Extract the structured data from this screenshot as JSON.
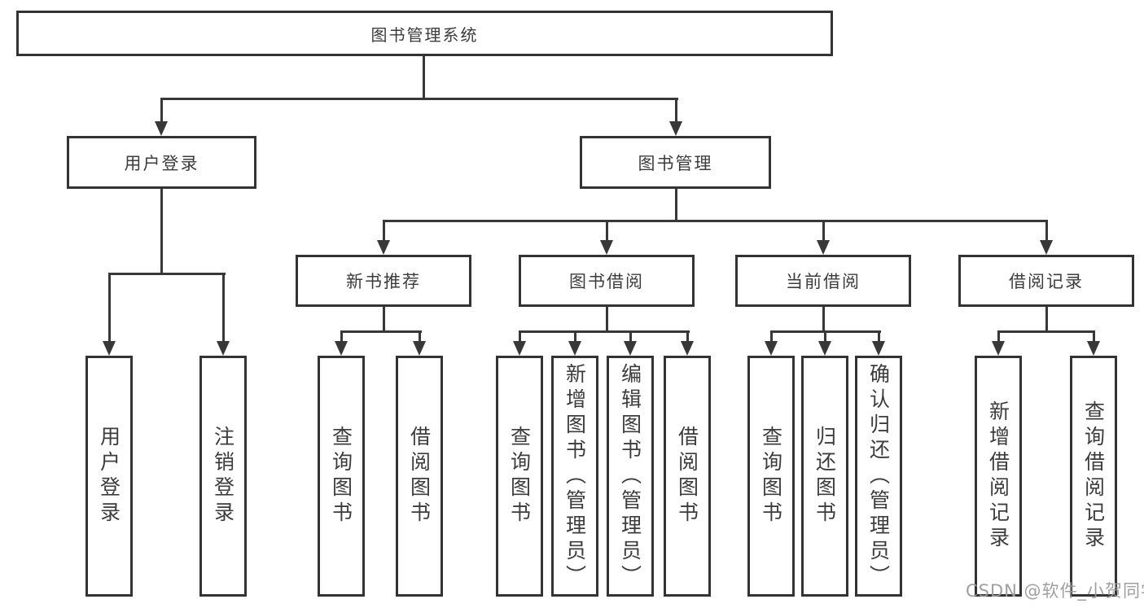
{
  "colors": {
    "background": "#ffffff",
    "box_border": "#333333",
    "line": "#383838",
    "text": "#3c3c3c",
    "watermark": "#9a9a9a"
  },
  "diagram": {
    "root": {
      "label": "图书管理系统"
    },
    "branches": [
      {
        "label": "用户登录",
        "children": [
          "用户登录",
          "注销登录"
        ]
      },
      {
        "label": "图书管理",
        "sections": [
          {
            "label": "新书推荐",
            "children": [
              "查询图书",
              "借阅图书"
            ]
          },
          {
            "label": "图书借阅",
            "children": [
              "查询图书",
              "新增图书（管理员）",
              "编辑图书（管理员）",
              "借阅图书"
            ]
          },
          {
            "label": "当前借阅",
            "children": [
              "查询图书",
              "归还图书",
              "确认归还（管理员）"
            ]
          },
          {
            "label": "借阅记录",
            "children": [
              "新增借阅记录",
              "查询借阅记录"
            ]
          }
        ]
      }
    ]
  },
  "watermark": {
    "text": "CSDN @软件_小贺同学"
  }
}
